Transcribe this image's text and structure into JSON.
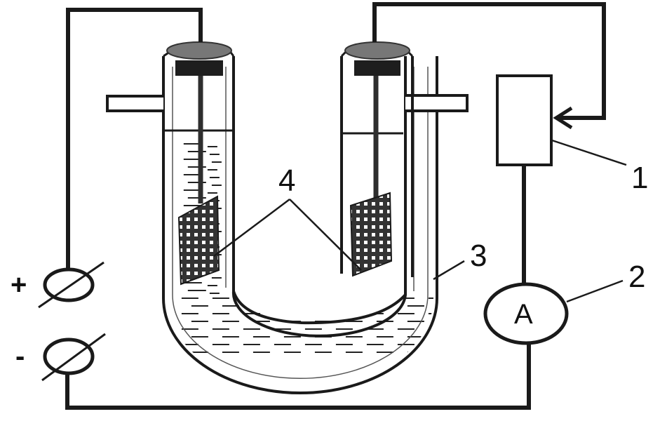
{
  "labels": {
    "resistor": "1",
    "ammeter": "2",
    "u_tube": "3",
    "electrodes": "4"
  },
  "terminals": {
    "plus": "+",
    "minus": "-"
  },
  "ammeter_symbol": "A",
  "colors": {
    "line": "#1a1a1a",
    "fill": "#ffffff",
    "electrode": "#2e2e2e"
  }
}
